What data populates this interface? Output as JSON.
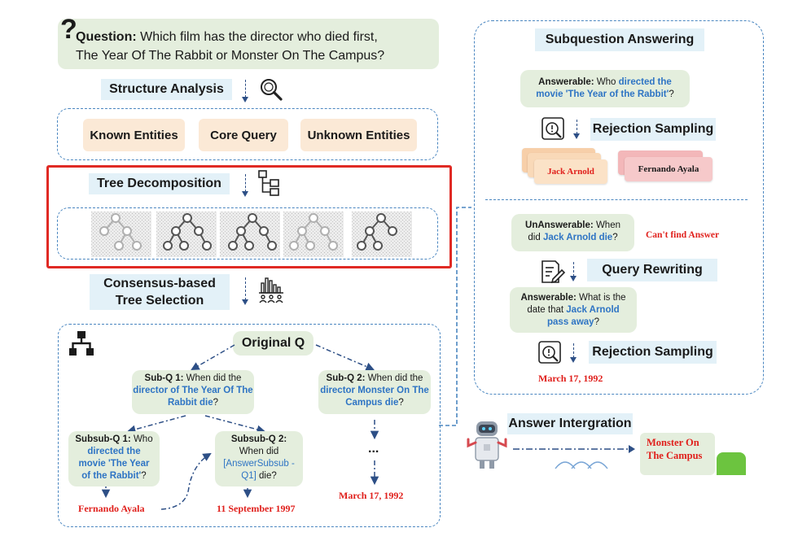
{
  "question": {
    "label": "Question:",
    "text_line1": "Which film has the director who died first,",
    "text_line2": "The Year Of The Rabbit or Monster On The Campus?"
  },
  "labels": {
    "structure_analysis": "Structure Analysis",
    "tree_decomposition": "Tree Decomposition",
    "consensus_line1": "Consensus-based",
    "consensus_line2": "Tree Selection",
    "original_q": "Original Q",
    "subquestion_answering": "Subquestion Answering",
    "rejection_sampling_1": "Rejection Sampling",
    "query_rewriting": "Query Rewriting",
    "rejection_sampling_2": "Rejection Sampling",
    "answer_integration": "Answer Intergration"
  },
  "entities": {
    "known": "Known Entities",
    "core": "Core Query",
    "unknown": "Unknown Entities"
  },
  "tree": {
    "subq1": {
      "label": "Sub-Q 1:",
      "pre": "When did the",
      "blue": "director of The Year Of The Rabbit die",
      "post": "?"
    },
    "subq2": {
      "label": "Sub-Q 2:",
      "pre": "When did the",
      "blue": "director Monster On The Campus die",
      "post": "?"
    },
    "subsub1": {
      "label": "Subsub-Q 1:",
      "pre": "Who",
      "blue": "directed the movie 'The Year of the Rabbit'",
      "post": "?"
    },
    "subsub2": {
      "label": "Subsub-Q 2:",
      "pre": "When did",
      "blue": "[AnswerSubsub -Q1]",
      "post": "die?"
    },
    "answer_fernando": "Fernando Ayala",
    "answer_sept": "11 September 1997",
    "answer_march_left": "March 17, 1992",
    "ellipsis": "..."
  },
  "right_panel": {
    "answerable1": {
      "label": "Answerable:",
      "pre": "Who",
      "blue": "directed the movie 'The Year of the Rabbit'",
      "post": "?"
    },
    "card_jack": "Jack Arnold",
    "card_fernando": "Fernando Ayala",
    "unanswerable": {
      "label": "UnAnswerable:",
      "pre": "When did",
      "blue": "Jack Arnold die",
      "post": "?"
    },
    "cant_find": "Can't find Answer",
    "answerable2": {
      "label": "Answerable:",
      "pre": "What is the date that",
      "blue": "Jack Arnold pass away",
      "post": "?"
    },
    "march_right": "March 17, 1992"
  },
  "final_answer_line1": "Monster On",
  "final_answer_line2": "The Campus",
  "colors": {
    "highlight_red": "#e0201c",
    "query_blue": "#2e74c4",
    "box_green": "#e4eedd",
    "label_blue": "#e3f1f8",
    "entity_peach": "#fbe9d6",
    "selection_border": "#e02a24"
  }
}
